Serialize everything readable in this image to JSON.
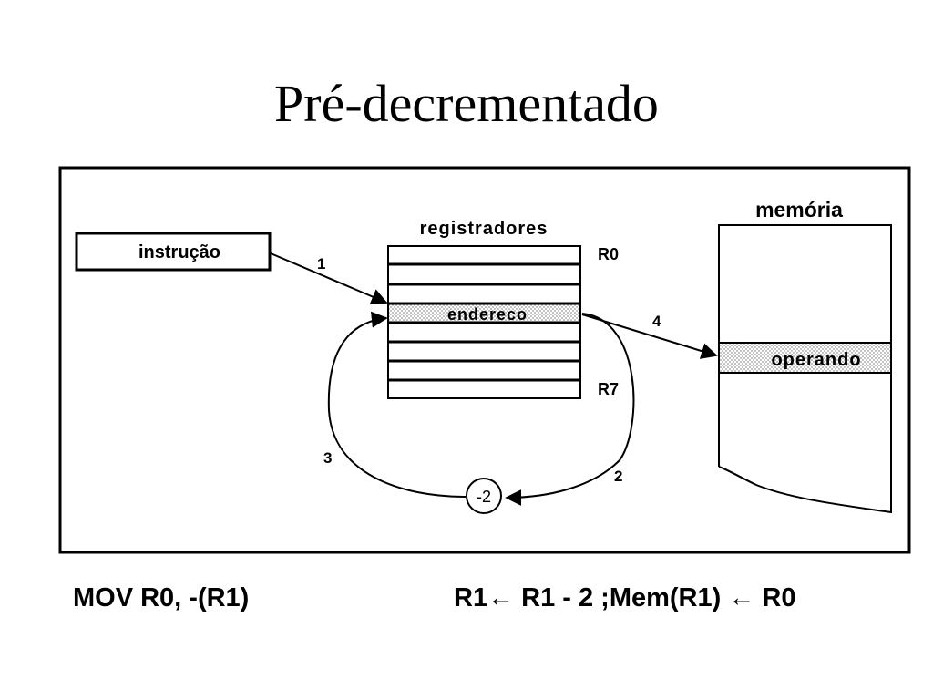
{
  "slide": {
    "title": "Pré-decrementado"
  },
  "diagram": {
    "instruction_label": "instrução",
    "registers_label": "registradores",
    "address_label": "endereco",
    "r0_label": "R0",
    "r7_label": "R7",
    "memory_label": "memória",
    "operand_label": "operando",
    "decrement_label": "-2",
    "step_labels": [
      "1",
      "2",
      "3",
      "4"
    ],
    "highlight_pattern_color": "#c8c8c8"
  },
  "captions": {
    "instruction": "MOV R0, -(R1)",
    "semantics": "R1← R1 - 2 ;Mem(R1) ← R0"
  }
}
